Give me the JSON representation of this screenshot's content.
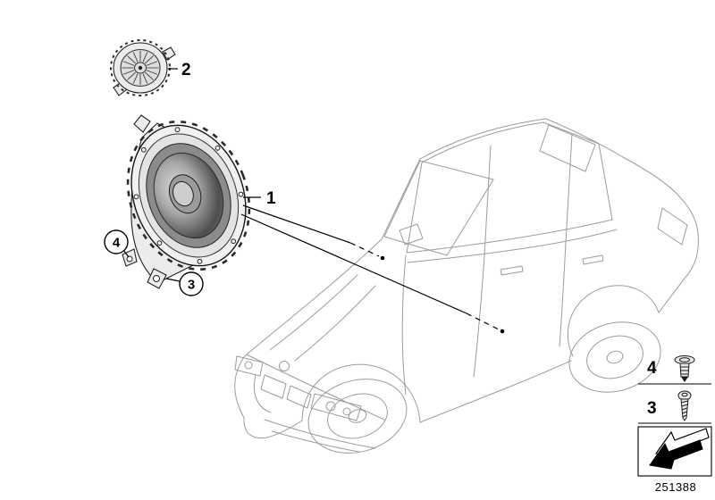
{
  "part_number": "251388",
  "callouts": {
    "speaker": {
      "label": "1"
    },
    "tweeter": {
      "label": "2"
    },
    "screw": {
      "label": "3"
    },
    "clip": {
      "label": "4"
    }
  },
  "legend": {
    "clip_row": {
      "label": "4",
      "icon": "expansion-rivet-icon"
    },
    "screw_row": {
      "label": "3",
      "icon": "screw-icon"
    },
    "direction": {
      "icon": "direction-arrow-icon"
    }
  },
  "colors": {
    "ink": "#000000",
    "car-line": "#9c9c9c",
    "background": "#ffffff"
  }
}
